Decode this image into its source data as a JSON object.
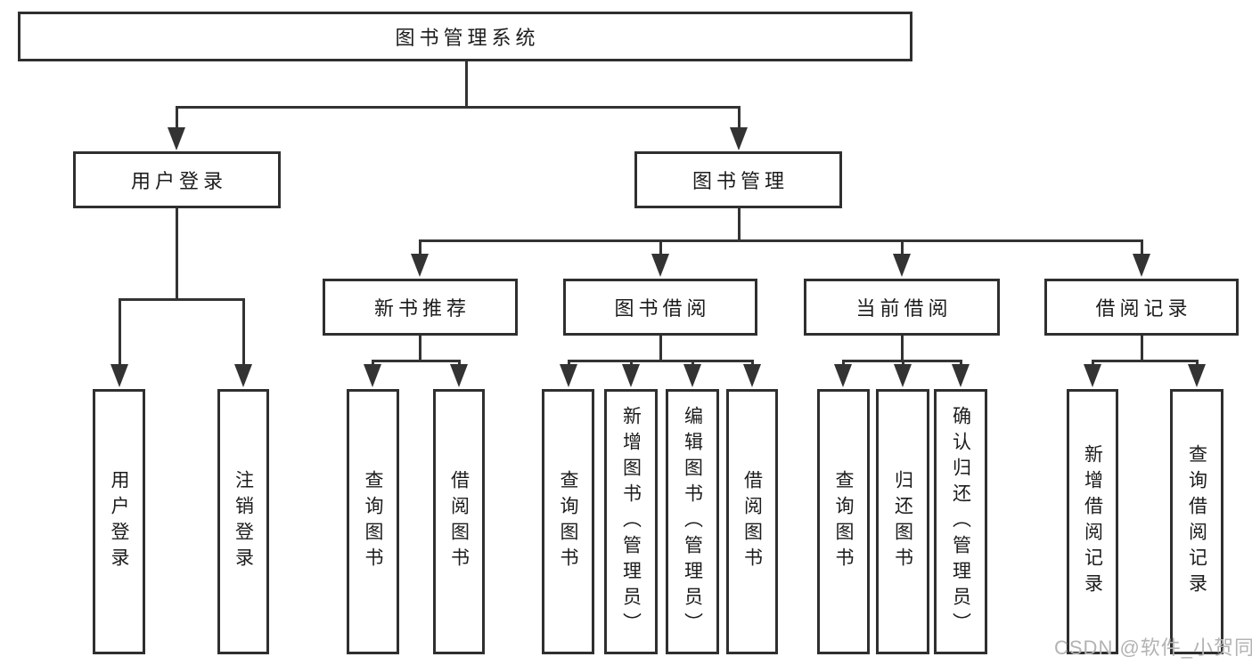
{
  "diagram": {
    "title": "图书管理系统",
    "nodes": {
      "root": "图书管理系统",
      "user_login": "用户登录",
      "book_mgmt": "图书管理",
      "new_book_rec": "新书推荐",
      "book_borrow": "图书借阅",
      "current_borrow": "当前借阅",
      "borrow_record": "借阅记录",
      "leaf_login": "用户登录",
      "leaf_logout": "注销登录",
      "leaf_rec_query_book": "查询图书",
      "leaf_rec_borrow_book": "借阅图书",
      "leaf_bb_query_book": "查询图书",
      "leaf_bb_add_book": "新增图书（管理员）",
      "leaf_bb_edit_book": "编辑图书（管理员）",
      "leaf_bb_borrow_book": "借阅图书",
      "leaf_cb_query_book": "查询图书",
      "leaf_cb_return_book": "归还图书",
      "leaf_cb_confirm_return": "确认归还（管理员）",
      "leaf_br_add_record": "新增借阅记录",
      "leaf_br_query_record": "查询借阅记录"
    },
    "colors": {
      "line": "#333333",
      "text": "#1c1c1c",
      "background": "#ffffff",
      "watermark": "#b3b3b3"
    },
    "watermark": "CSDN @软件_小贺同学"
  }
}
